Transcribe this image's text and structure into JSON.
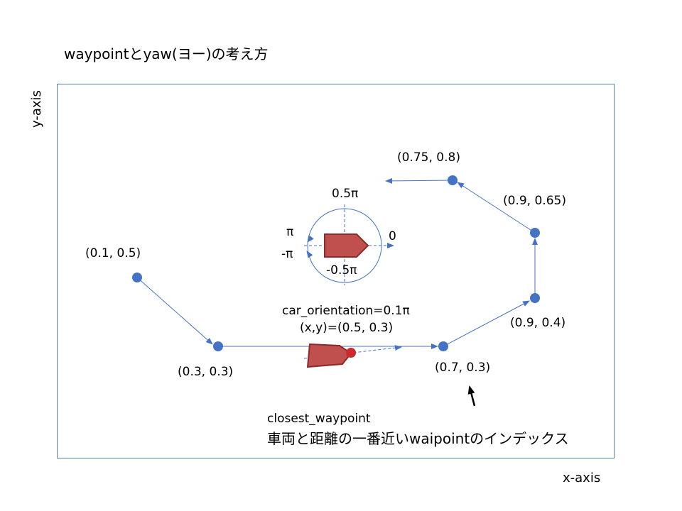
{
  "title": "waypointとyaw(ヨー)の考え方",
  "axes": {
    "x_label": "x-axis",
    "y_label": "y-axis"
  },
  "waypoints": [
    {
      "label": "(0.1, 0.5)"
    },
    {
      "label": "(0.3, 0.3)"
    },
    {
      "label": "(0.7, 0.3)"
    },
    {
      "label": "(0.9, 0.4)"
    },
    {
      "label": "(0.9, 0.65)"
    },
    {
      "label": "(0.75, 0.8)"
    }
  ],
  "car": {
    "orientation_text": "car_orientation=0.1π",
    "position_text": "(x,y)=(0.5, 0.3)",
    "color": "#c0504d"
  },
  "yaw_legend": {
    "top": "0.5π",
    "right": "0",
    "left_upper": "π",
    "left_lower": "-π",
    "bottom": "-0.5π"
  },
  "closest_waypoint": {
    "name": "closest_waypoint",
    "description": "車両と距離の一番近いwaipointのインデックス"
  },
  "colors": {
    "accent": "#4472c4",
    "frame": "#5b7fa8",
    "car": "#c0504d"
  }
}
